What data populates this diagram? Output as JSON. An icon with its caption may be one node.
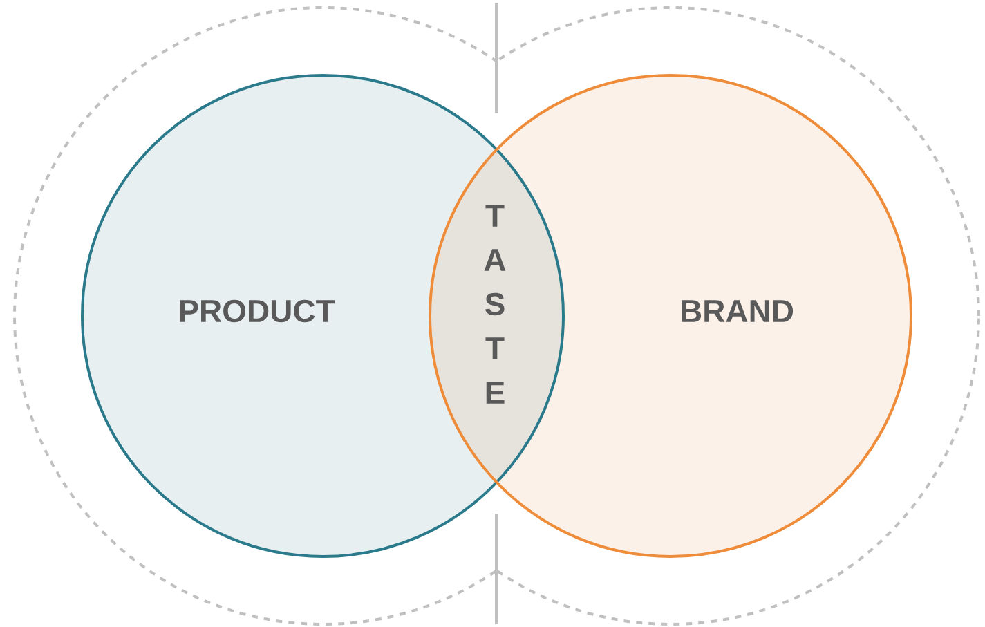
{
  "diagram": {
    "nodes": [
      {
        "text": [
          "PRODUCT"
        ]
      },
      {
        "text": [
          "BRAND"
        ]
      },
      {
        "text": [
          "TASTE"
        ]
      }
    ]
  }
}
